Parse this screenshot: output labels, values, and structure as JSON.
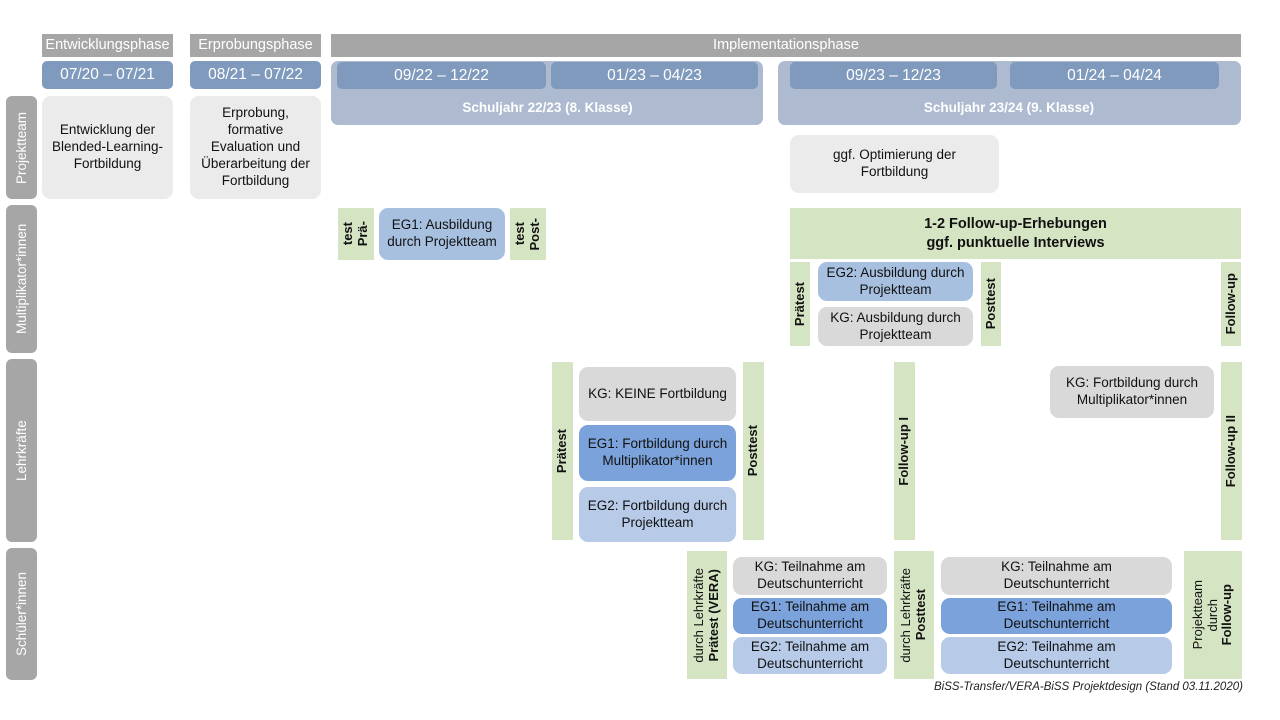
{
  "diagram": {
    "title": "BiSS-Transfer/VERA-BiSS Projektdesign",
    "footer": "BiSS-Transfer/VERA-BiSS Projektdesign (Stand 03.11.2020)"
  },
  "colors": {
    "phase_header": "#a6a6a6",
    "period": "#7f9abc",
    "school_year": "#adbad0",
    "side_rail": "#a6a6a6",
    "grey_box": "#ebebeb",
    "grey_box_dark": "#d9d9d9",
    "blue_mid": "#a8c0e0",
    "blue_dark": "#7ba2da",
    "blue_light": "#b7cbe8",
    "green": "#d5e4c3"
  },
  "phases": [
    {
      "label": "Entwicklungsphase"
    },
    {
      "label": "Erprobungsphase"
    },
    {
      "label": "Implementationsphase"
    }
  ],
  "periods": [
    {
      "label": "07/20 – 07/21"
    },
    {
      "label": "08/21 – 07/22"
    },
    {
      "label": "09/22 – 12/22"
    },
    {
      "label": "01/23 – 04/23"
    },
    {
      "label": "09/23 – 12/23"
    },
    {
      "label": "01/24 – 04/24"
    }
  ],
  "school_years": [
    {
      "label": "Schuljahr 22/23 (8. Klasse)"
    },
    {
      "label": "Schuljahr 23/24 (9. Klasse)"
    }
  ],
  "rows": [
    {
      "label": "Projektteam"
    },
    {
      "label": "Multiplikator*innen"
    },
    {
      "label": "Lehrkräfte"
    },
    {
      "label": "Schüler*innen"
    }
  ],
  "projektteam": {
    "entwicklung": "Entwicklung der Blended-Learning-Fortbildung",
    "erprobung": "Erprobung, formative Evaluation und Überarbeitung der Fortbildung",
    "optimierung": "ggf. Optimierung der Fortbildung"
  },
  "multiplikator": {
    "praetest_1": "Prä-",
    "praetest_2": "test",
    "posttest_1": "Post-",
    "posttest_2": "test",
    "eg1": "EG1: Ausbildung durch Projektteam",
    "followup_band_l1": "1-2 Follow-up-Erhebungen",
    "followup_band_l2": "ggf. punktuelle Interviews",
    "praetest_2023": "Prätest",
    "posttest_2023": "Posttest",
    "followup_2023": "Follow-up",
    "eg2": "EG2: Ausbildung durch Projektteam",
    "kg": "KG: Ausbildung durch Projektteam"
  },
  "lehrkraefte": {
    "praetest": "Prätest",
    "posttest": "Posttest",
    "followup_1": "Follow-up I",
    "followup_2": "Follow-up II",
    "kg_keine": "KG:  KEINE Fortbildung",
    "eg1": "EG1: Fortbildung durch Multiplikator*innen",
    "eg2": "EG2: Fortbildung durch Projektteam",
    "kg_fortbildung": "KG: Fortbildung durch Multiplikator*innen"
  },
  "schueler": {
    "praetest_main": "Prätest (VERA)",
    "praetest_sub": "durch Lehrkräfte",
    "posttest_main": "Posttest",
    "posttest_sub": "durch Lehrkräfte",
    "followup_main": "Follow-up",
    "followup_sub1": "durch",
    "followup_sub2": "Projektteam",
    "kg": "KG: Teilnahme am Deutschunterricht",
    "eg1": "EG1: Teilnahme am Deutschunterricht",
    "eg2": "EG2: Teilnahme am Deutschunterricht"
  }
}
